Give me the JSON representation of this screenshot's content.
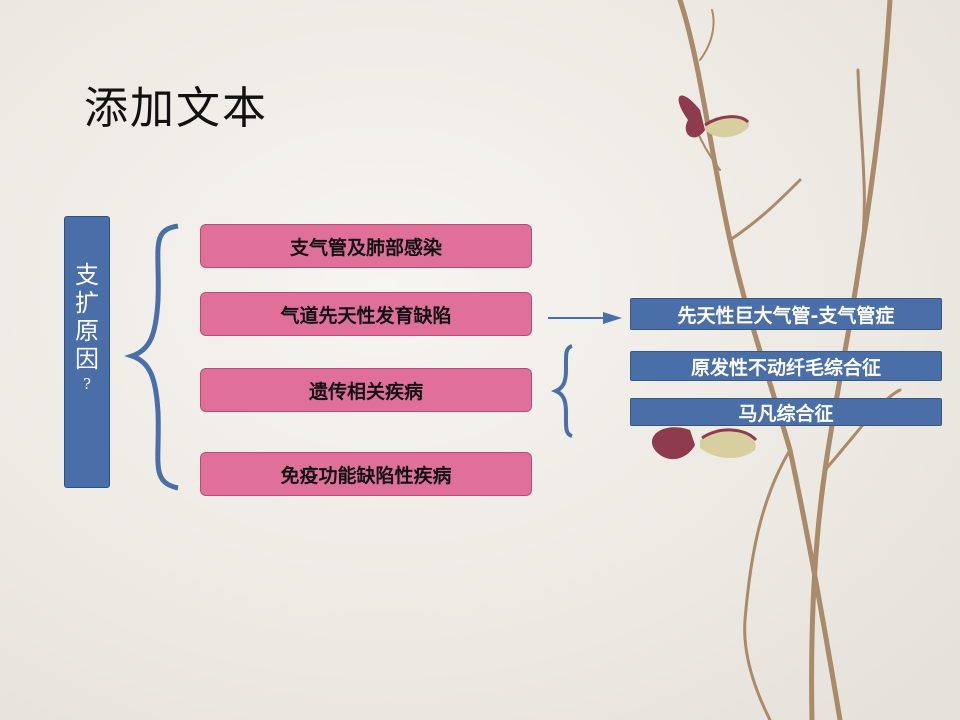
{
  "title": "添加文本",
  "root": {
    "chars": [
      "支",
      "扩",
      "原",
      "因"
    ],
    "suffix": "?"
  },
  "causes": [
    "支气管及肺部感染",
    "气道先天性发育缺陷",
    "遗传相关疾病",
    "免疫功能缺陷性疾病"
  ],
  "congenital_result": "先天性巨大气管-支气管症",
  "genetic_results": [
    "原发性不动纤毛综合征",
    "马凡综合征"
  ],
  "colors": {
    "pink_box": "#e0709a",
    "blue_box": "#4a6fa8",
    "background": "#efebe6"
  }
}
